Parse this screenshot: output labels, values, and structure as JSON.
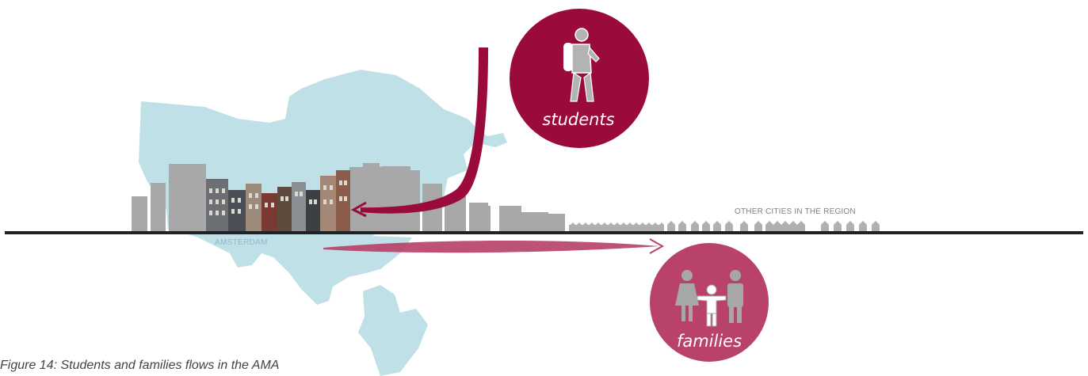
{
  "labels": {
    "students": "students",
    "families": "families",
    "amsterdam": "AMSTERDAM",
    "region": "OTHER CITIES IN THE REGION"
  },
  "caption": "Figure 14:  Students and families flows in the AMA",
  "colors": {
    "students_circle": "#9b0a3c",
    "families_circle": "#b8426a",
    "map": "#bfe0e6",
    "buildings": "#a8a8a8",
    "ground_line": "#222222",
    "figure_grey": "#a7a7a7"
  },
  "icons": {
    "students": "backpacker-icon",
    "families": "family-icon"
  }
}
